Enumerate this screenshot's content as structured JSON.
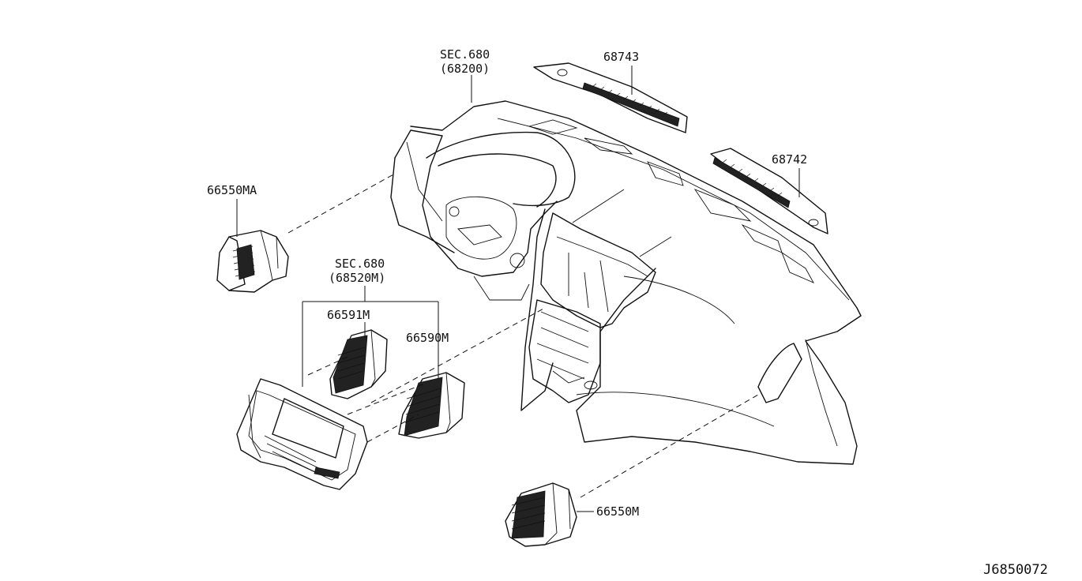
{
  "labels": {
    "sec680_top_line1": "SEC.680",
    "sec680_top_line2": "(68200)",
    "p68743": "68743",
    "p68742": "68742",
    "p66550MA": "66550MA",
    "sec680_mid_line1": "SEC.680",
    "sec680_mid_line2": "(68520M)",
    "p66591M": "66591M",
    "p66590M": "66590M",
    "p66550M": "66550M"
  },
  "drawing_code": "J6850072"
}
